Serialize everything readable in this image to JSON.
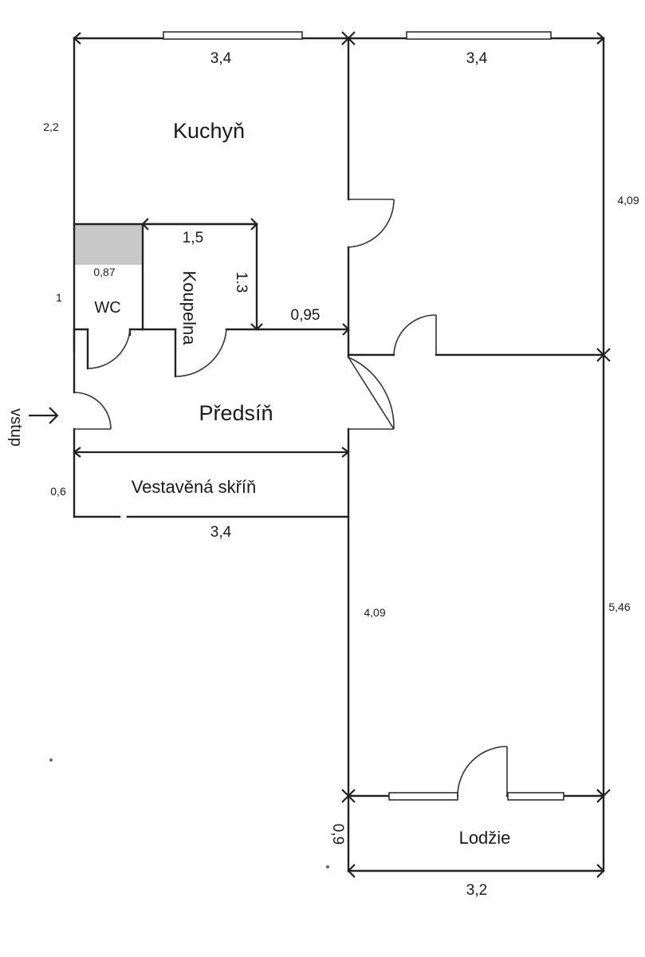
{
  "rooms": {
    "kitchen": "Kuchyň",
    "wc": "WC",
    "bathroom": "Koupelna",
    "hall": "Předsíň",
    "wardrobe": "Vestavěná skříň",
    "loggia": "Lodžie"
  },
  "entrance": "vstup",
  "dimensions": {
    "top_left_width": "3,4",
    "top_right_width": "3,4",
    "kitchen_height": "2,2",
    "right_upper_height": "4,09",
    "bathroom_width": "1,5",
    "bathroom_depth": "1.3",
    "wc_width": "0,87",
    "wc_depth": "1",
    "hall_passage": "0,95",
    "wardrobe_depth": "0,6",
    "wardrobe_width": "3,4",
    "lower_room_left": "4,09",
    "lower_room_right": "5,46",
    "loggia_depth": "0,9",
    "loggia_width": "3,2"
  },
  "colors": {
    "walls": "#222222",
    "shaded_area": "#c8c8c8"
  }
}
